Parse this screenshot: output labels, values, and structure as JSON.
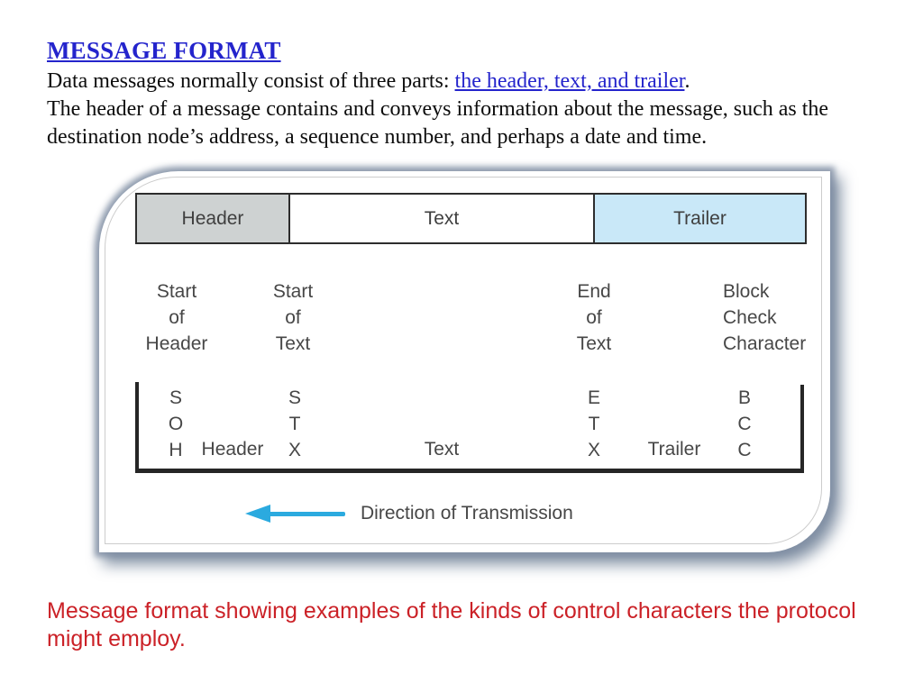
{
  "slide": {
    "title": "MESSAGE FORMAT",
    "intro": {
      "prefix": "Data messages normally consist of three parts: ",
      "link": "the header, text, and trailer",
      "suffix": "."
    },
    "body_line_1": "The header of a message contains and conveys information about the message, such as the",
    "body_line_2": "destination node’s address, a sequence number, and perhaps a date and time.",
    "caption": "Message format showing examples of the kinds of control characters the protocol might employ."
  },
  "figure": {
    "boxes": {
      "header": "Header",
      "text": "Text",
      "trailer": "Trailer"
    },
    "labels": {
      "start_of_header": "Start\nof\nHeader",
      "start_of_text": "Start\nof\nText",
      "end_of_text": "End\nof\nText",
      "block_check_character": "Block\nCheck\nCharacter"
    },
    "control_characters": {
      "soh": "S\nO\nH",
      "stx": "S\nT\nX",
      "etx": "E\nT\nX",
      "bcc": "B\nC\nC"
    },
    "segment_labels": {
      "header": "Header",
      "text": "Text",
      "trailer": "Trailer"
    },
    "direction_label": "Direction of Transmission",
    "colors": {
      "header_fill": "#CED2D2",
      "trailer_fill": "#C9E8F8",
      "arrow_blue": "#2BAADF",
      "title_link_blue": "#2424CC",
      "caption_red": "#CB2127",
      "box_border": "#2d2d2d",
      "panel_shadow": "#8090A3"
    }
  }
}
